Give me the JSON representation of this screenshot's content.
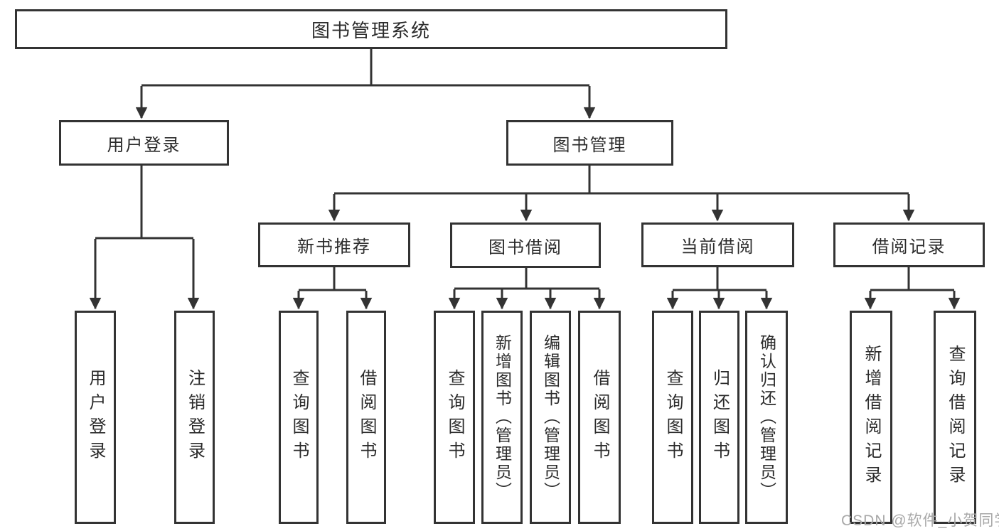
{
  "diagram": {
    "root": "图书管理系统",
    "level2": {
      "user_login": "用户登录",
      "book_mgmt": "图书管理"
    },
    "level3": {
      "new_books": "新书推荐",
      "borrowing": "图书借阅",
      "current": "当前借阅",
      "records": "借阅记录"
    },
    "leaves": {
      "login_user": "用户登录",
      "login_logout": "注销登录",
      "nb_query": "查询图书",
      "nb_borrow": "借阅图书",
      "bb_query": "查询图书",
      "bb_add": "新增图书（管理员）",
      "bb_edit": "编辑图书（管理员）",
      "bb_borrow": "借阅图书",
      "cb_query": "查询图书",
      "cb_return": "归还图书",
      "cb_confirm": "确认归还（管理员）",
      "br_add": "新增借阅记录",
      "br_query": "查询借阅记录"
    }
  },
  "watermark": "CSDN @软件_小贺同学",
  "colors": {
    "line": "#333333",
    "text": "#2b2b2b",
    "watermark": "#a8a8a8",
    "background": "#ffffff"
  }
}
